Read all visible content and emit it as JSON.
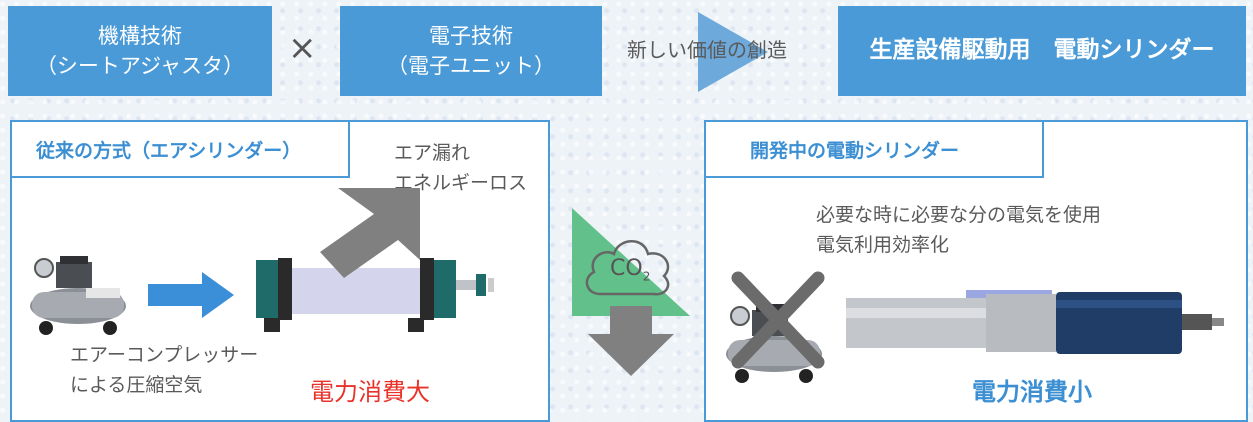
{
  "top": {
    "mech_line1": "機構技術",
    "mech_line2": "（シートアジャスタ）",
    "times": "×",
    "elec_line1": "電子技術",
    "elec_line2": "（電子ユニット）",
    "value_text": "新しい価値の創造",
    "result": "生産設備駆動用　電動シリンダー"
  },
  "left_panel": {
    "title": "従来の方式（エアシリンダー）",
    "leak_line1": "エア漏れ",
    "leak_line2": "エネルギーロス",
    "compressor_line1": "エアーコンプレッサー",
    "compressor_line2": "による圧縮空気",
    "power": "電力消費大"
  },
  "center": {
    "co2_main": "CO",
    "co2_sub": "2"
  },
  "right_panel": {
    "title": "開発中の電動シリンダー",
    "desc_line1": "必要な時に必要な分の電気を使用",
    "desc_line2": "電気利用効率化",
    "power": "電力消費小"
  },
  "colors": {
    "accent_blue": "#4a9ad8",
    "arrow_blue": "#3a8fd8",
    "red_text": "#e8332b",
    "green_triangle": "#62c08a",
    "gray_arrow": "#808080"
  },
  "icons": [
    "play-arrow-icon",
    "cross-mark-icon",
    "co2-cloud-icon",
    "down-arrow-icon",
    "diagonal-arrow-icon",
    "right-arrow-icon"
  ]
}
